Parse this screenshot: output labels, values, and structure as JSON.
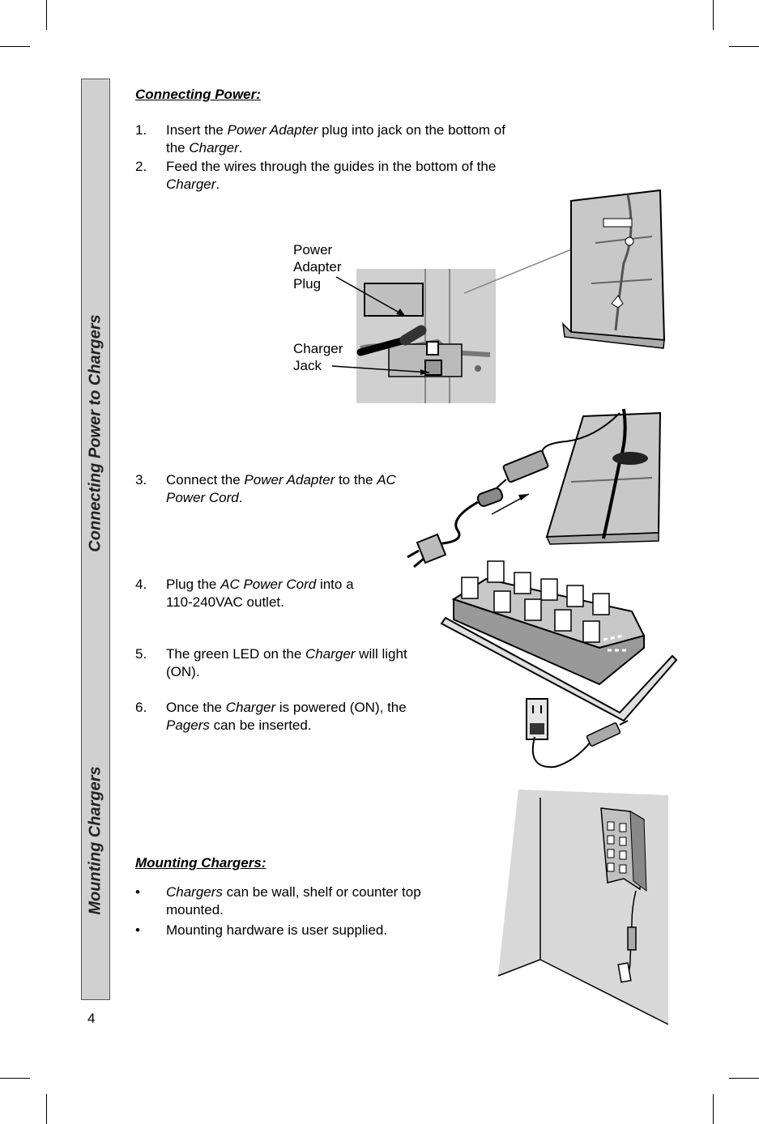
{
  "sidebar": {
    "top_label": "Connecting Power to Chargers",
    "bottom_label": "Mounting Chargers"
  },
  "page_number": "4",
  "connecting_power": {
    "heading": "Connecting Power:",
    "steps": [
      {
        "num": "1.",
        "parts": [
          "Insert the ",
          "Power Adapter",
          " plug into jack on the bottom of",
          "the ",
          "Charger",
          "."
        ]
      },
      {
        "num": "2.",
        "parts": [
          "Feed the wires through the guides in the bottom of the",
          "Charger",
          "."
        ]
      },
      {
        "num": "3.",
        "parts": [
          "Connect the ",
          "Power Adapter",
          " to the ",
          "AC",
          "Power Cord",
          "."
        ]
      },
      {
        "num": "4.",
        "parts": [
          "Plug the ",
          "AC Power Cord",
          " into a",
          "110-240VAC outlet."
        ]
      },
      {
        "num": "5.",
        "parts": [
          "The green LED on the ",
          "Charger",
          " will light",
          "(ON)."
        ]
      },
      {
        "num": "6.",
        "parts": [
          "Once the ",
          "Charger",
          " is powered (ON), the",
          "Pagers",
          " can be inserted."
        ]
      }
    ]
  },
  "callouts": {
    "plug_line1": "Power",
    "plug_line2": "Adapter",
    "plug_line3": "Plug",
    "jack_line1": "Charger",
    "jack_line2": "Jack"
  },
  "mounting": {
    "heading": "Mounting Chargers:",
    "bullets": [
      {
        "parts": [
          "Chargers",
          " can be wall, shelf or counter top",
          "mounted."
        ]
      },
      {
        "parts": [
          "Mounting hardware is user supplied."
        ]
      }
    ]
  },
  "colors": {
    "sidebar_bg": "#d0d0d0",
    "illustration_gray": "#c8c8c8"
  }
}
